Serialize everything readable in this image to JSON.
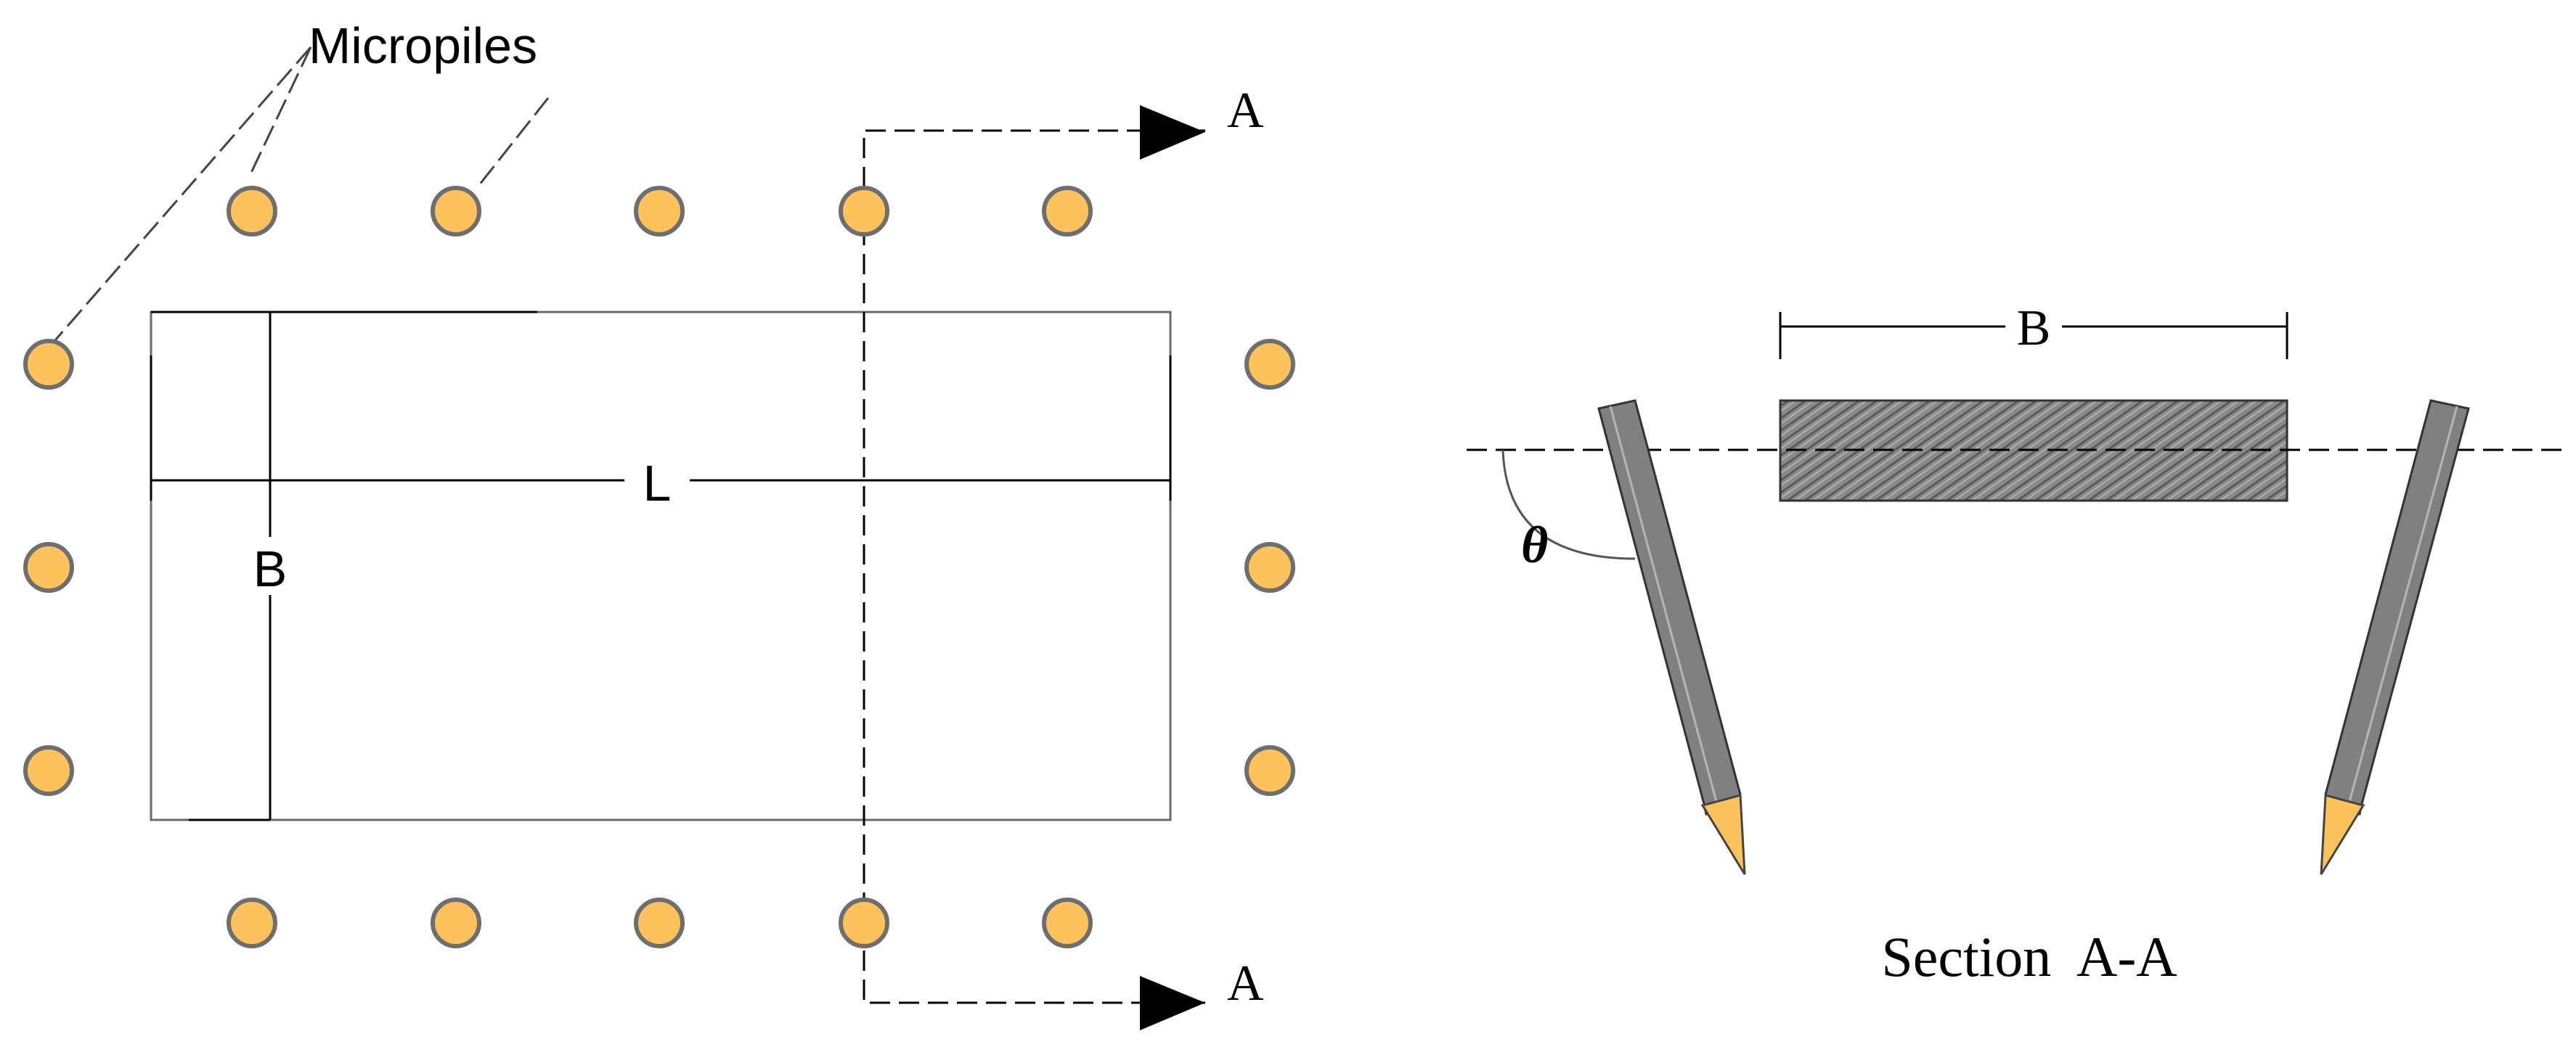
{
  "plan_view": {
    "callout_label": "Micropiles",
    "length_label": "L",
    "width_label": "B",
    "section_mark_top": "A",
    "section_mark_bottom": "A"
  },
  "section_view": {
    "width_label": "B",
    "angle_label": "θ",
    "caption": "Section  A-A"
  },
  "colors": {
    "pile_fill": "#FDC25B",
    "pile_outline": "#6E6E6E",
    "footing_hatch": "#6A6A6A",
    "pile_shaft": "#808080",
    "line": "#000000"
  }
}
